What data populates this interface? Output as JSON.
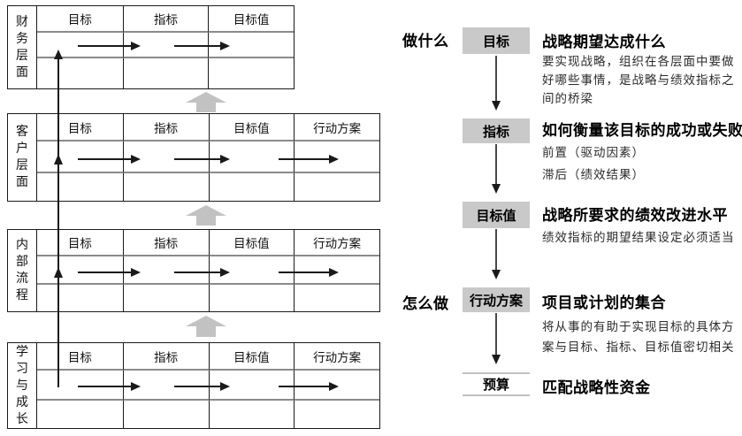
{
  "colors": {
    "box_gray": "#c9c9c9",
    "block_arrow_gray": "#c2c2c2",
    "budget_line_gray": "#c0c0c0",
    "table_row_line_gray": "#8a8a8a",
    "line_black": "#1a1a1a"
  },
  "scorecard": {
    "tables": [
      {
        "layer": "财务层面",
        "columns": [
          "目标",
          "指标",
          "目标值"
        ]
      },
      {
        "layer": "客户层面",
        "columns": [
          "目标",
          "指标",
          "目标值",
          "行动方案"
        ]
      },
      {
        "layer": "内部流程",
        "columns": [
          "目标",
          "指标",
          "目标值",
          "行动方案"
        ]
      },
      {
        "layer": "学习与成长",
        "columns": [
          "目标",
          "指标",
          "目标值",
          "行动方案"
        ]
      }
    ]
  },
  "flow": {
    "phase_labels": [
      {
        "text": "做什么"
      },
      {
        "text": "怎么做"
      }
    ],
    "steps": [
      {
        "box": "目标",
        "title": "战略期望达成什么",
        "desc_lines": [
          "要实现战略，组织在各层面中要做",
          "好哪些事情，是战略与绩效指标之",
          "间的桥梁"
        ]
      },
      {
        "box": "指标",
        "title": "如何衡量该目标的成功或失败",
        "desc_lines": [
          "前置（驱动因素）",
          "滞后（绩效结果）"
        ]
      },
      {
        "box": "目标值",
        "title": "战略所要求的绩效改进水平",
        "desc_lines": [
          "绩效指标的期望结果设定必须适当"
        ]
      },
      {
        "box": "行动方案",
        "title": "项目或计划的集合",
        "desc_lines": [
          "将从事的有助于实现目标的具体方",
          "案与目标、指标、目标值密切相关"
        ]
      },
      {
        "box": "预算",
        "title": "匹配战略性资金",
        "desc_lines": []
      }
    ]
  }
}
